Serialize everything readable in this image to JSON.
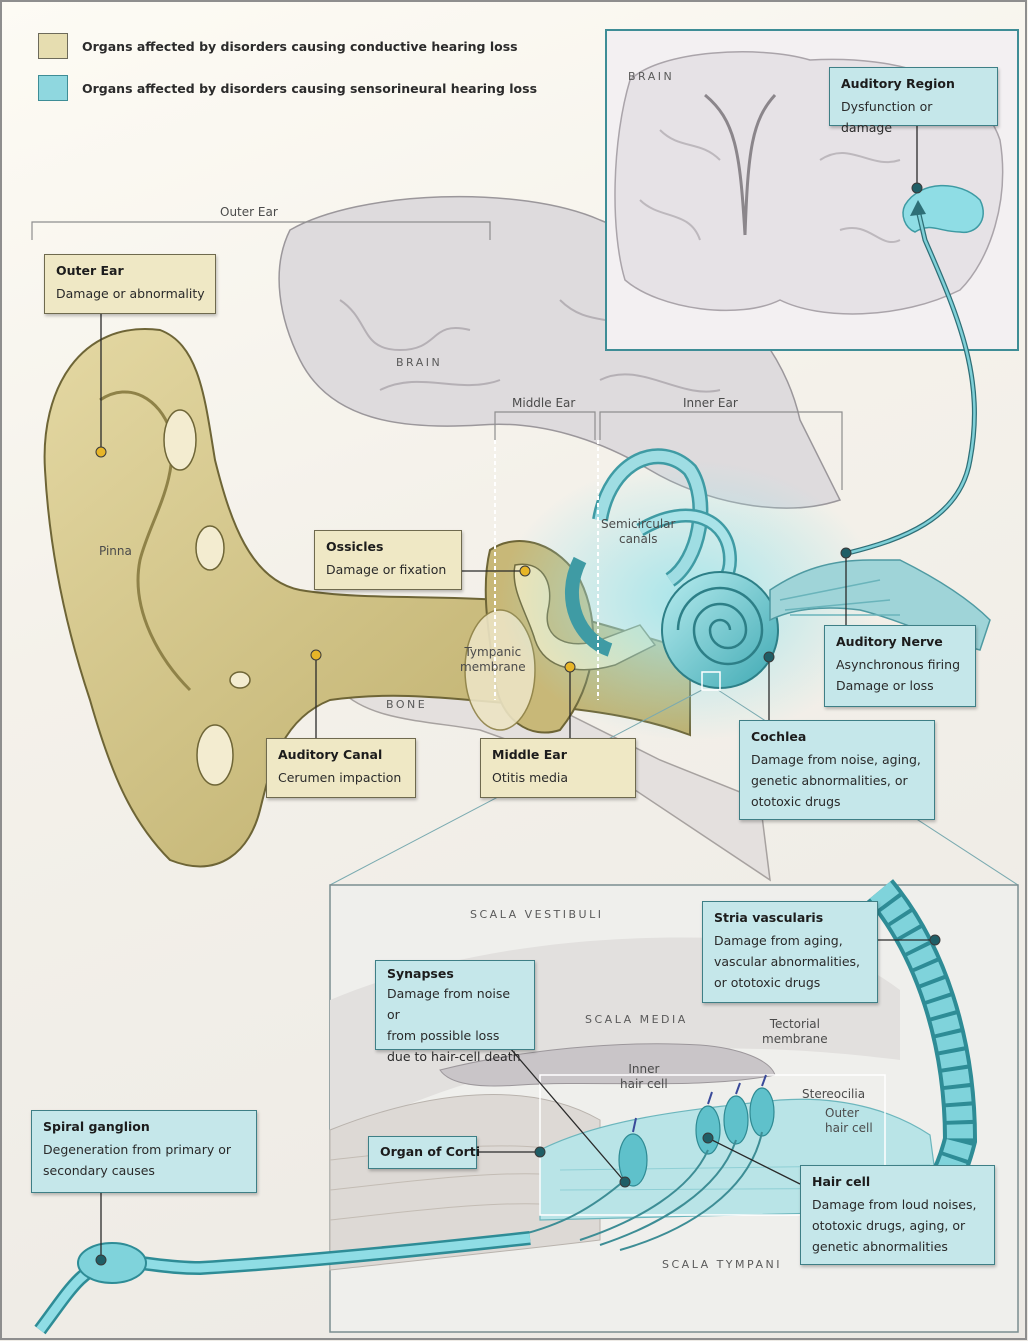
{
  "legend": {
    "conductive": {
      "label": "Organs affected by disorders causing conductive hearing loss",
      "color": "#e6ddb0"
    },
    "sensorineural": {
      "label": "Organs affected by disorders causing sensorineural hearing loss",
      "color": "#8fd7df"
    }
  },
  "regions": {
    "outer_ear": "Outer Ear",
    "middle_ear": "Middle Ear",
    "inner_ear": "Inner Ear",
    "brain_main": "BRAIN",
    "brain_inset": "BRAIN",
    "bone": "BONE",
    "pinna": "Pinna",
    "semicircular_canals": "Semicircular\ncanals",
    "tympanic_membrane": "Tympanic\nmembrane"
  },
  "callouts": {
    "outer_ear": {
      "title": "Outer Ear",
      "desc": "Damage or abnormality"
    },
    "ossicles": {
      "title": "Ossicles",
      "desc": "Damage or fixation"
    },
    "auditory_canal": {
      "title": "Auditory Canal",
      "desc": "Cerumen impaction"
    },
    "middle_ear": {
      "title": "Middle Ear",
      "desc": "Otitis media"
    },
    "auditory_region": {
      "title": "Auditory Region",
      "desc": "Dysfunction or damage"
    },
    "auditory_nerve": {
      "title": "Auditory Nerve",
      "desc": "Asynchronous firing\nDamage or loss"
    },
    "cochlea": {
      "title": "Cochlea",
      "desc": "Damage from noise, aging,\ngenetic abnormalities, or\nototoxic drugs"
    },
    "stria_vascularis": {
      "title": "Stria vascularis",
      "desc": "Damage from aging,\nvascular abnormalities,\nor ototoxic drugs"
    },
    "synapses": {
      "title": "Synapses",
      "desc": "Damage from noise or\nfrom possible loss\ndue to hair-cell death"
    },
    "organ_of_corti": {
      "title": "Organ of Corti",
      "desc": ""
    },
    "hair_cell": {
      "title": "Hair cell",
      "desc": "Damage from loud noises,\nototoxic drugs, aging, or\ngenetic abnormalities"
    },
    "spiral_ganglion": {
      "title": "Spiral ganglion",
      "desc": "Degeneration from primary or\nsecondary causes"
    }
  },
  "cochlea_detail": {
    "scala_vestibuli": "SCALA VESTIBULI",
    "scala_media": "SCALA MEDIA",
    "scala_tympani": "SCALA TYMPANI",
    "tectorial_membrane": "Tectorial\nmembrane",
    "inner_hair_cell": "Inner\nhair cell",
    "stereocilia": "Stereocilia",
    "outer_hair_cell": "Outer\nhair cell"
  }
}
